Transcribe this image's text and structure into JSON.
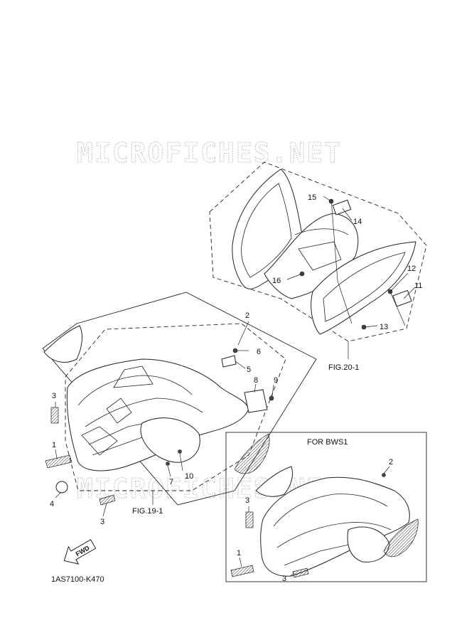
{
  "watermark": {
    "text_top": "MICROFICHES.NET",
    "text_bottom": "MICROFICHES.NET"
  },
  "figures": {
    "fig_20_1": "FIG.20-1",
    "fig_19_1": "FIG.19-1",
    "for_bws1": "FOR BWS1"
  },
  "callouts": {
    "c1": "1",
    "c2": "2",
    "c3": "3",
    "c4": "4",
    "c5": "5",
    "c6": "6",
    "c7": "7",
    "c8": "8",
    "c9": "9",
    "c10": "10",
    "c11": "11",
    "c12": "12",
    "c13": "13",
    "c14": "14",
    "c15": "15",
    "c16": "16",
    "b1": "1",
    "b2": "2",
    "b3a": "3",
    "b3b": "3"
  },
  "fwd_label": "FWD",
  "part_code": "1AS7100-K470"
}
